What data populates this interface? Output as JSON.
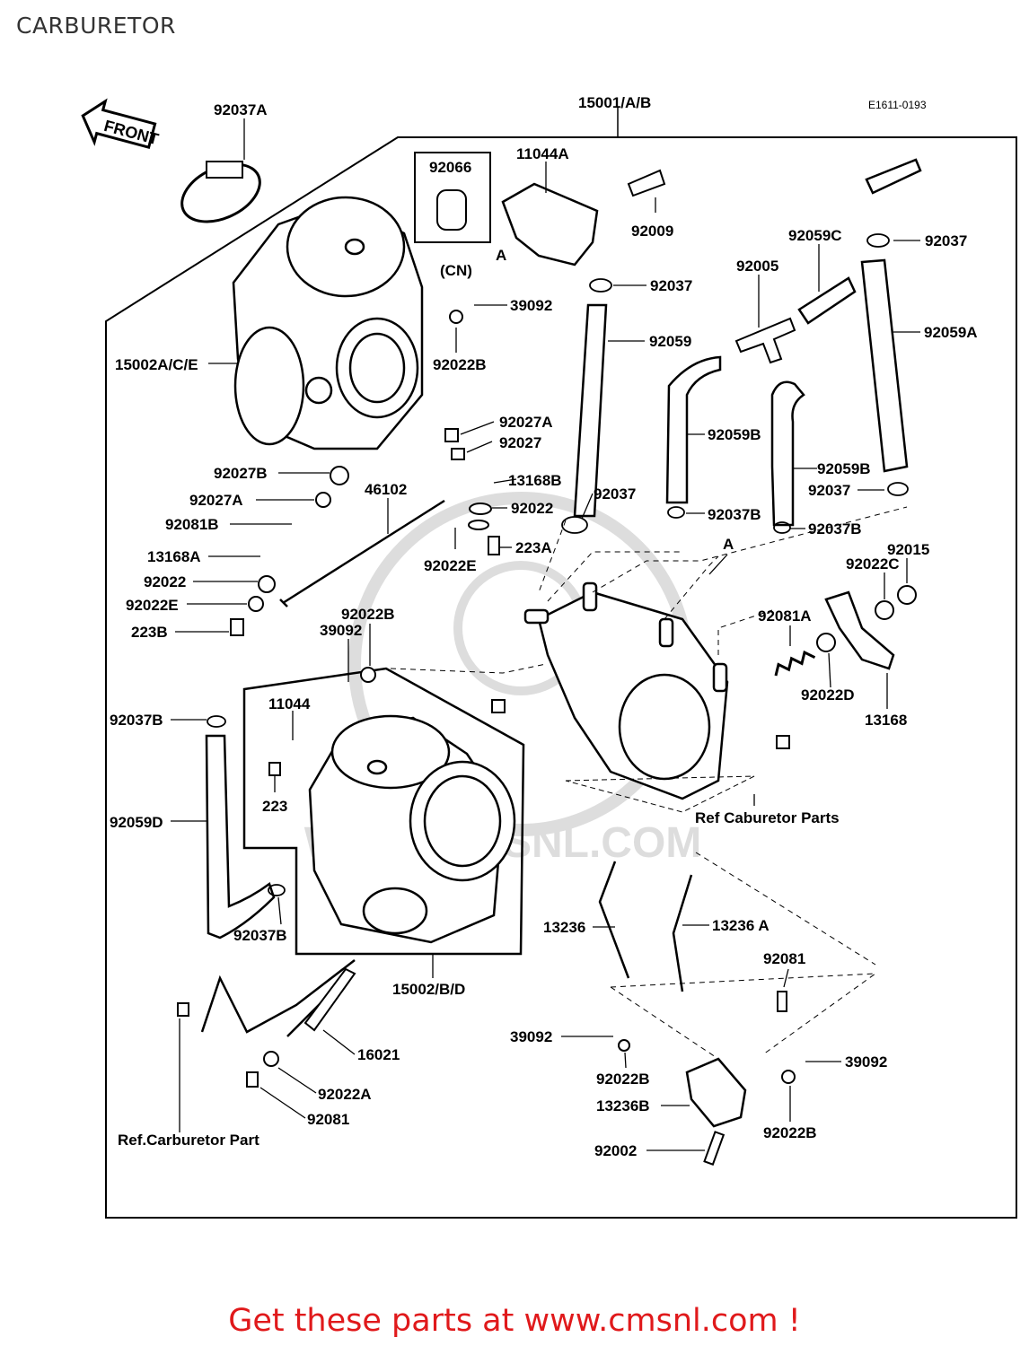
{
  "title": "CARBURETOR",
  "diagram": {
    "front_label": "FRONT",
    "drawing_code": "E1611-0193",
    "watermark": "WWW.CMSNL.COM",
    "callouts": {
      "c92037A_top": "92037A",
      "c15001": "15001/A/B",
      "c92066": "92066",
      "cCN": "(CN)",
      "c11044A": "11044A",
      "cA1": "A",
      "c92009": "92009",
      "c92059C": "92059C",
      "c92037_r": "92037",
      "c92005": "92005",
      "c92037_m": "92037",
      "c39092_top": "39092",
      "c92022B_top": "92022B",
      "c15002ACE": "15002A/C/E",
      "c92059": "92059",
      "c92059A": "92059A",
      "c92027A_1": "92027A",
      "c92027": "92027",
      "c92059B_1": "92059B",
      "c13168B": "13168B",
      "c92059B_2": "92059B",
      "c92027B": "92027B",
      "c46102": "46102",
      "c92027A_2": "92027A",
      "c92022_m": "92022",
      "c92037_c": "92037",
      "c92037_rr": "92037",
      "c92081B": "92081B",
      "c92037B_1": "92037B",
      "c92037B_2": "92037B",
      "c13168A": "13168A",
      "c223A": "223A",
      "cA2": "A",
      "c92015": "92015",
      "c92022_l": "92022",
      "c92022E_m": "92022E",
      "c92022C": "92022C",
      "c92022E_l": "92022E",
      "c92081A": "92081A",
      "c223B": "223B",
      "c92022B_mid": "92022B",
      "c39092_mid": "39092",
      "c92022D": "92022D",
      "c11044": "11044",
      "c13168": "13168",
      "c92037B_l": "92037B",
      "c223": "223",
      "cRefCaburetor": "Ref Caburetor Parts",
      "c92059D": "92059D",
      "c13236": "13236",
      "c13236A": "13236 A",
      "c92037B_b": "92037B",
      "c15002BD": "15002/B/D",
      "c92081_r": "92081",
      "c16021": "16021",
      "c39092_b1": "39092",
      "c39092_b2": "39092",
      "c92022B_b1": "92022B",
      "c92022A": "92022A",
      "c13236B": "13236B",
      "c92022B_b2": "92022B",
      "c92081_l": "92081",
      "cRefCarbPart": "Ref.Carburetor Part",
      "c92002": "92002"
    }
  },
  "footer": {
    "link_text": "Get these parts at www.cmsnl.com !",
    "link_color": "#e0191b"
  }
}
